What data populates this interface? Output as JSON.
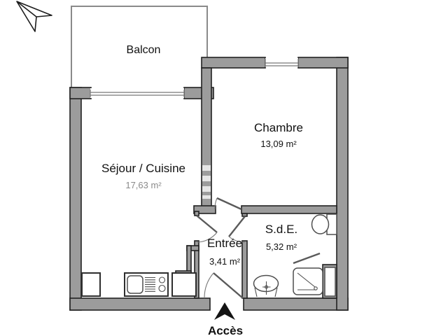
{
  "floorplan": {
    "compass_icon": "north-arrow",
    "rooms": {
      "balcon": {
        "label": "Balcon"
      },
      "sejour": {
        "label": "Séjour / Cuisine",
        "area": "17,63 m²"
      },
      "chambre": {
        "label": "Chambre",
        "area": "13,09 m²"
      },
      "sde": {
        "label": "S.d.E.",
        "area": "5,32 m²"
      },
      "entree": {
        "label": "Entrée",
        "area": "3,41 m²"
      }
    },
    "access": {
      "label": "Accès"
    },
    "fixtures": [
      "kitchen-sink",
      "stove-knobs",
      "counter",
      "cabinet",
      "toilet",
      "washbasin",
      "shower-tray",
      "shower-door"
    ],
    "colors": {
      "wall_fill": "#9c9c9c",
      "wall_stroke": "#222222",
      "thin_stroke": "#8a8a8a",
      "fixture_stroke": "#4f4f4f",
      "label_color": "#111111",
      "muted_label": "#8a8a8a"
    }
  }
}
